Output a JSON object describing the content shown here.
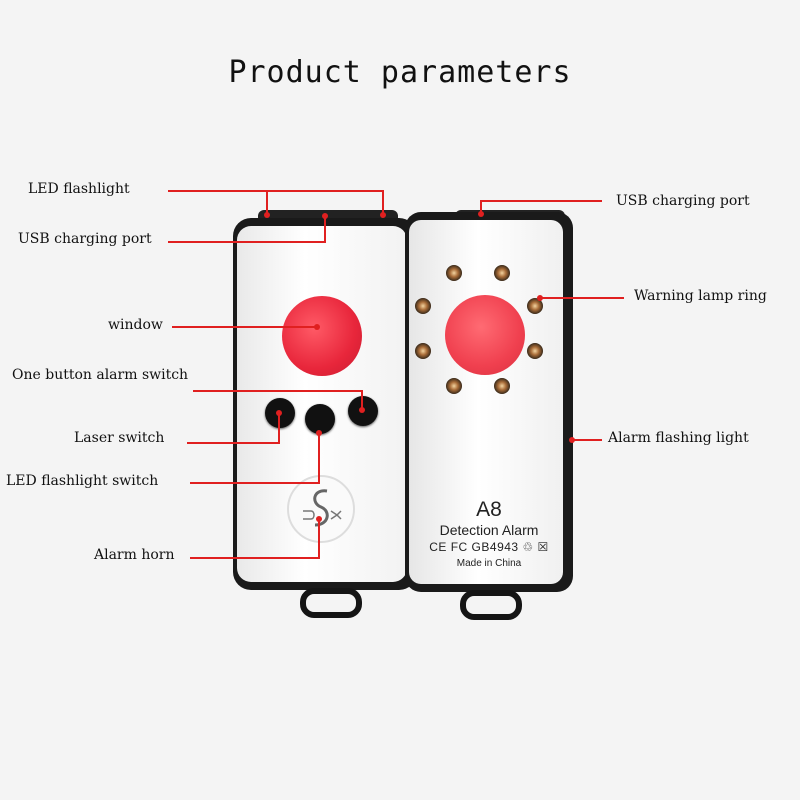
{
  "title": "Product parameters",
  "colors": {
    "callout": "#e02020",
    "window": "#e8263b",
    "body": "#ffffff",
    "trim": "#1a1a1a"
  },
  "device_left": {
    "labels": {
      "led_flashlight": "LED flashlight",
      "usb_port": "USB charging port",
      "window": "window",
      "alarm_switch": "One button alarm switch",
      "laser_switch": "Laser switch",
      "led_switch": "LED flashlight switch",
      "alarm_horn": "Alarm horn"
    },
    "logo_icon": "dsk-logo-icon"
  },
  "device_right": {
    "labels": {
      "usb_port": "USB charging port",
      "lamp_ring": "Warning lamp ring",
      "flashing_light": "Alarm flashing light"
    },
    "model": "A8",
    "product_name": "Detection Alarm",
    "marks": "CE FC GB4943 ♲ ☒",
    "made_in": "Made in China"
  }
}
